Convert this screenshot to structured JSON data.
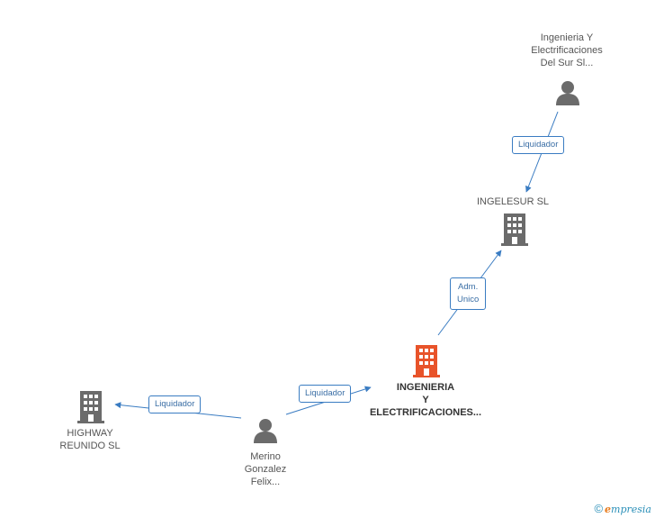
{
  "nodes": {
    "ingenieria_sur": {
      "lines": [
        "Ingenieria Y",
        "Electrificaciones",
        "Del Sur Sl..."
      ],
      "kind": "person"
    },
    "ingelesur": {
      "lines": [
        "INGELESUR SL"
      ],
      "kind": "company"
    },
    "main": {
      "lines": [
        "INGENIERIA",
        "Y",
        "ELECTRIFICACIONES..."
      ],
      "kind": "company-main"
    },
    "highway": {
      "lines": [
        "HIGHWAY",
        "REUNIDO SL"
      ],
      "kind": "company"
    },
    "merino": {
      "lines": [
        "Merino",
        "Gonzalez",
        "Felix..."
      ],
      "kind": "person"
    }
  },
  "edges": {
    "e1": {
      "label_lines": [
        "Liquidador"
      ]
    },
    "e2": {
      "label_lines": [
        "Adm.",
        "Unico"
      ]
    },
    "e3": {
      "label_lines": [
        "Liquidador"
      ]
    },
    "e4": {
      "label_lines": [
        "Liquidador"
      ]
    }
  },
  "brand": {
    "copyright": "©",
    "e": "e",
    "rest": "mpresia"
  },
  "colors": {
    "edge": "#3a7cc2",
    "icon": "#6b6b6b",
    "main_icon": "#e8532a"
  }
}
